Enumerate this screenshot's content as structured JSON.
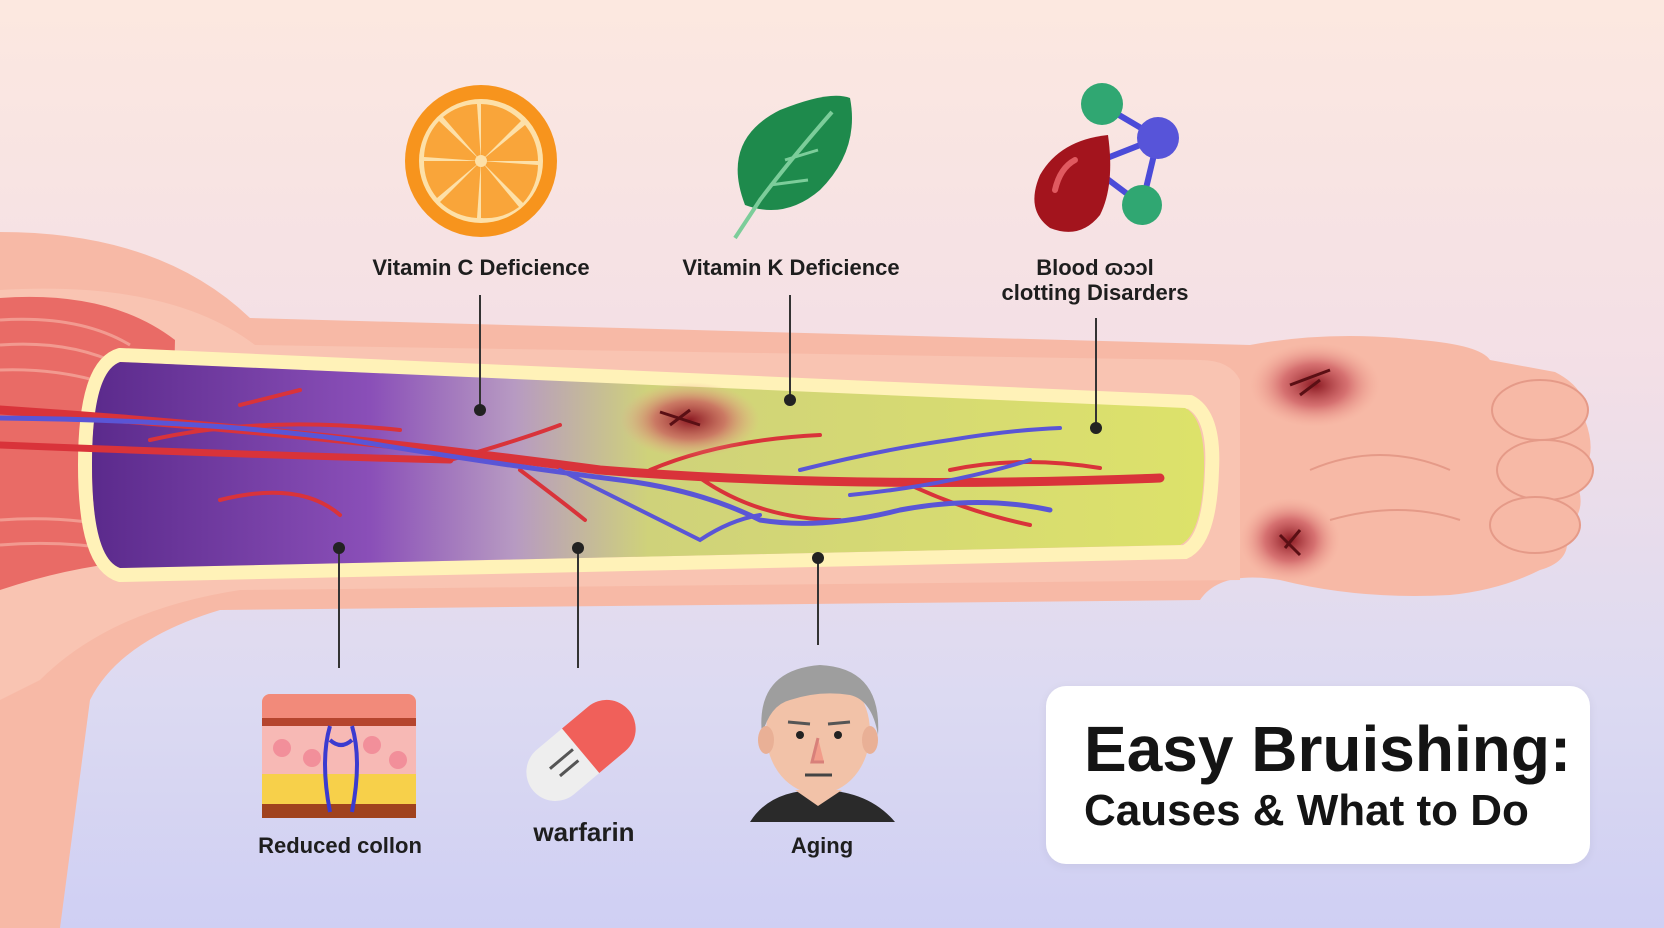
{
  "title": {
    "main": "Easy Bruishing:",
    "sub": "Causes & What to Do"
  },
  "causes_top": [
    {
      "label": "Vitamin C Deficience",
      "icon": "orange-slice-icon"
    },
    {
      "label": "Vitamin K Deficience",
      "icon": "leaf-icon"
    },
    {
      "label_line1": "Blood ɷɔɔl",
      "label_line2": "clotting Disarders",
      "icon": "blood-drop-molecule-icon"
    }
  ],
  "causes_bottom": [
    {
      "label": "Reduced collon",
      "icon": "skin-layers-icon"
    },
    {
      "label": "warfarin",
      "icon": "pill-capsule-icon"
    },
    {
      "label": "Aging",
      "icon": "elderly-person-icon"
    }
  ],
  "colors": {
    "skin": "#f7b9a6",
    "muscle": "#ec6f6a",
    "artery": "#d9333a",
    "vein": "#5a55d6",
    "bruise_purple": "#6b2f9c",
    "bruise_yellow": "#d9de6c",
    "orange": "#f7941d",
    "leaf": "#1e8a4c"
  }
}
